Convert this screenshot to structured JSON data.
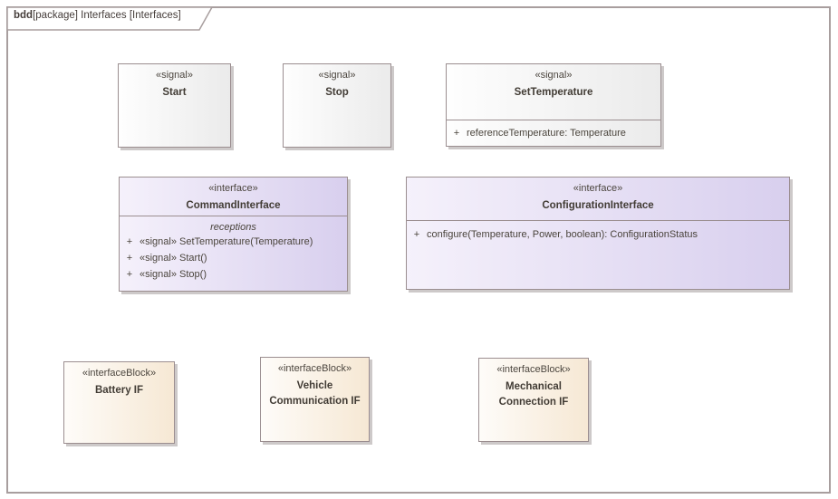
{
  "frame": {
    "keyword": "bdd",
    "label": "[package] Interfaces [Interfaces]"
  },
  "colors": {
    "frame_border": "#a89e9e",
    "node_border": "#9b8e90",
    "shadow": "#cdc9c9",
    "signal_fill_start": "#fefefe",
    "signal_fill_end": "#ebebeb",
    "interface_fill_start": "#f5f1fb",
    "interface_fill_end": "#d8cfee",
    "interface_block_fill_start": "#fefcf9",
    "interface_block_fill_end": "#f6e8d4",
    "text": "#4a443c"
  },
  "boxes": {
    "start": {
      "stereotype": "«signal»",
      "name": "Start"
    },
    "stop": {
      "stereotype": "«signal»",
      "name": "Stop"
    },
    "set_temperature": {
      "stereotype": "«signal»",
      "name": "SetTemperature",
      "attributes": [
        {
          "visibility": "+",
          "text": "referenceTemperature: Temperature"
        }
      ]
    },
    "command_interface": {
      "stereotype": "«interface»",
      "name": "CommandInterface",
      "compartment_label": "receptions",
      "receptions": [
        {
          "visibility": "+",
          "text": "«signal» SetTemperature(Temperature)"
        },
        {
          "visibility": "+",
          "text": "«signal» Start()"
        },
        {
          "visibility": "+",
          "text": "«signal» Stop()"
        }
      ]
    },
    "configuration_interface": {
      "stereotype": "«interface»",
      "name": "ConfigurationInterface",
      "operations": [
        {
          "visibility": "+",
          "text": "configure(Temperature, Power, boolean): ConfigurationStatus"
        }
      ]
    },
    "battery_if": {
      "stereotype": "«interfaceBlock»",
      "name": "Battery IF"
    },
    "vehicle_if": {
      "stereotype": "«interfaceBlock»",
      "name": "Vehicle Communication IF"
    },
    "mechanical_if": {
      "stereotype": "«interfaceBlock»",
      "name": "Mechanical Connection IF"
    }
  }
}
